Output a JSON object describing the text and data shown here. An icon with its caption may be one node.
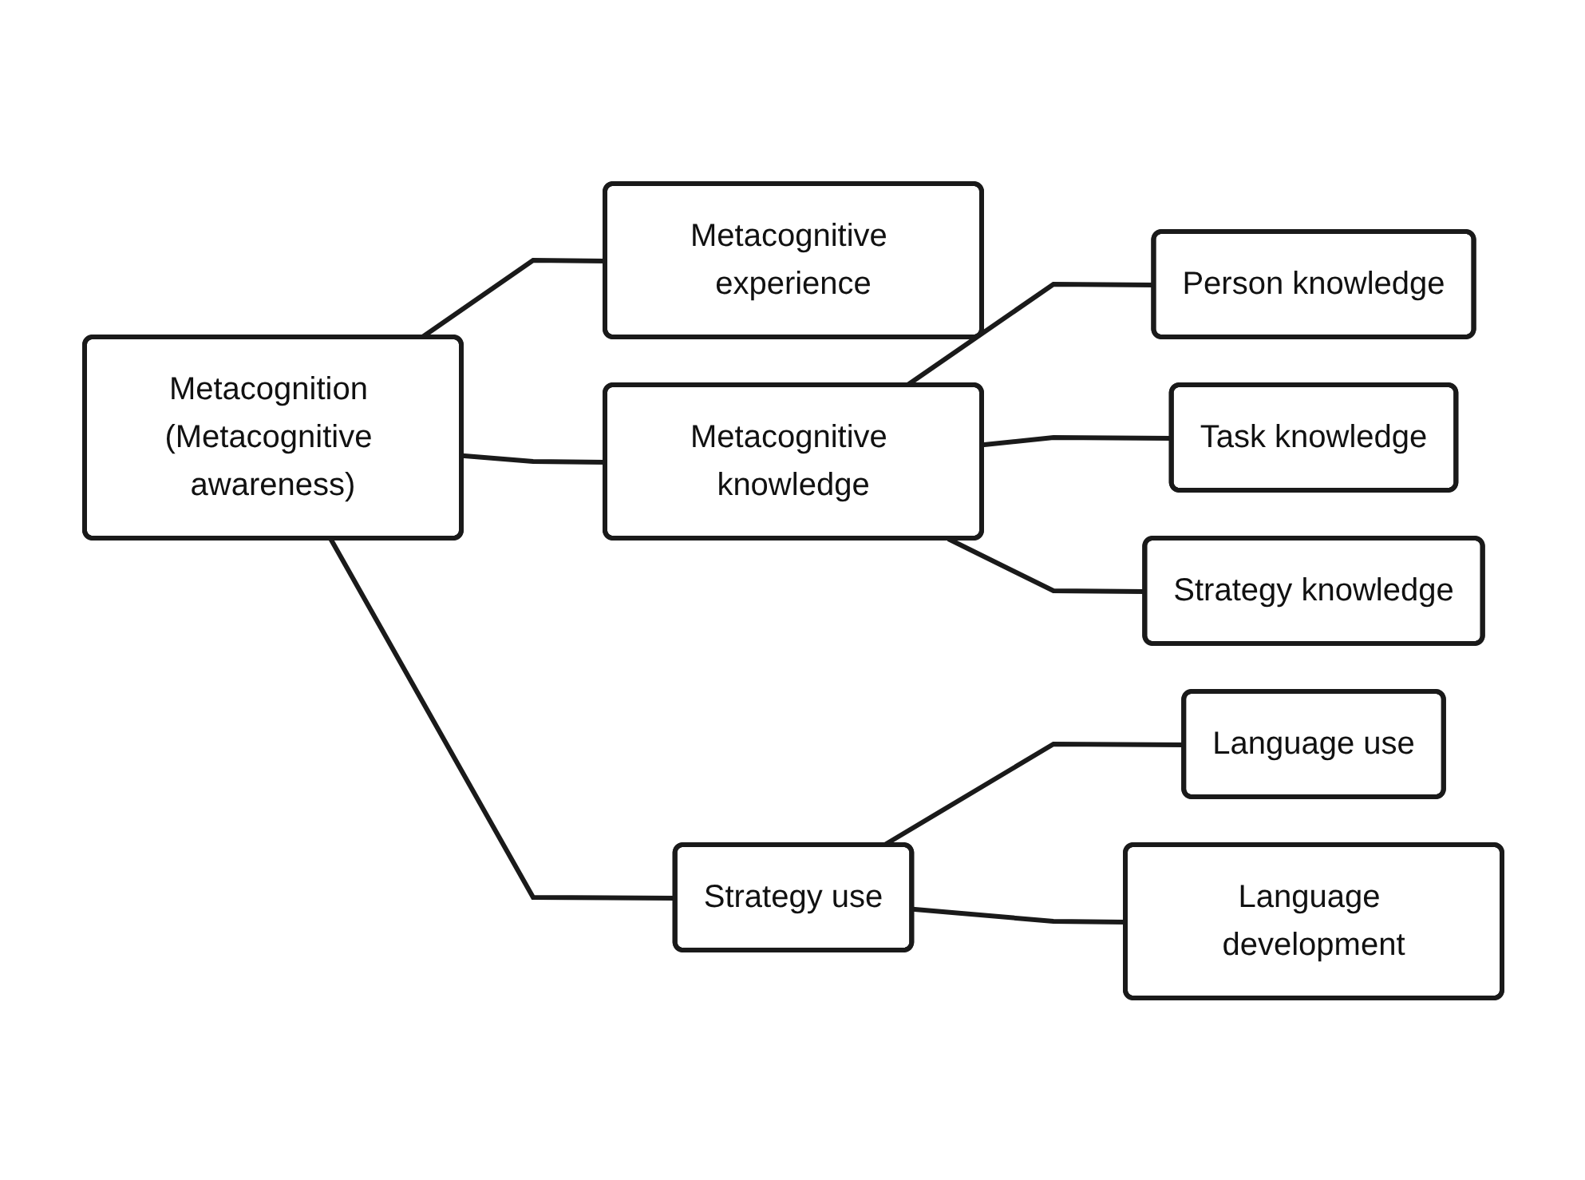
{
  "diagram": {
    "nodes": [
      {
        "text": [
          "Metacognition (Metacognitive awareness)"
        ]
      },
      {
        "text": [
          "Metacognitive experience"
        ]
      },
      {
        "text": [
          "Metacognitive knowledge"
        ]
      },
      {
        "text": [
          "Strategy use"
        ]
      },
      {
        "text": [
          "Person knowledge"
        ]
      },
      {
        "text": [
          "Task knowledge"
        ]
      },
      {
        "text": [
          "Strategy knowledge"
        ]
      },
      {
        "text": [
          "Language use"
        ]
      },
      {
        "text": [
          "Language development"
        ]
      }
    ],
    "edges": [
      {
        "from": 0,
        "to": 1,
        "arrow": "none"
      },
      {
        "from": 0,
        "to": 2,
        "arrow": "none"
      },
      {
        "from": 0,
        "to": 3,
        "arrow": "none"
      },
      {
        "from": 2,
        "to": 4,
        "arrow": "none"
      },
      {
        "from": 2,
        "to": 5,
        "arrow": "none"
      },
      {
        "from": 2,
        "to": 6,
        "arrow": "none"
      },
      {
        "from": 3,
        "to": 7,
        "arrow": "none"
      },
      {
        "from": 3,
        "to": 8,
        "arrow": "none"
      }
    ]
  }
}
